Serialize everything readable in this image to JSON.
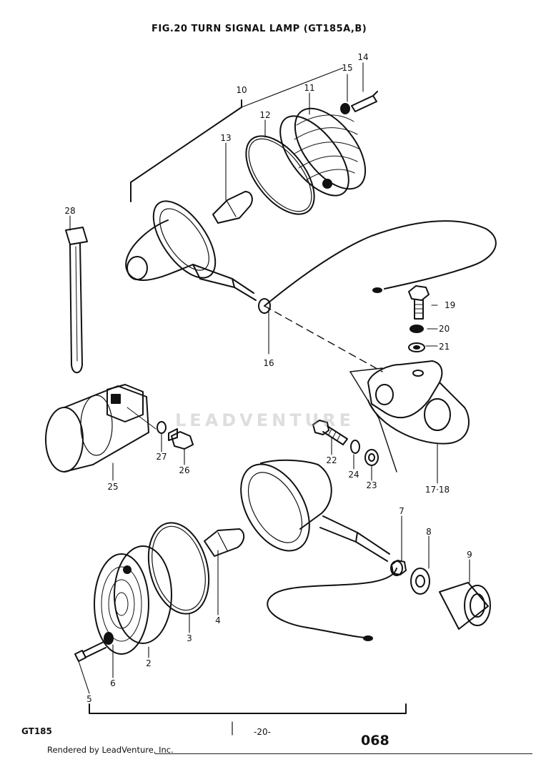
{
  "title": "FIG.20  TURN SIGNAL LAMP (GT185A,B)",
  "model": "GT185",
  "page_number": "-20-",
  "reference": "068",
  "watermark": "LEADVENTURE",
  "footer": "Rendered by LeadVenture, Inc.",
  "callouts": [
    "2",
    "3",
    "4",
    "5",
    "6",
    "7",
    "8",
    "9",
    "10",
    "11",
    "12",
    "13",
    "14",
    "15",
    "16",
    "17·18",
    "19",
    "20",
    "21",
    "22",
    "23",
    "24",
    "25",
    "26",
    "27",
    "28"
  ]
}
